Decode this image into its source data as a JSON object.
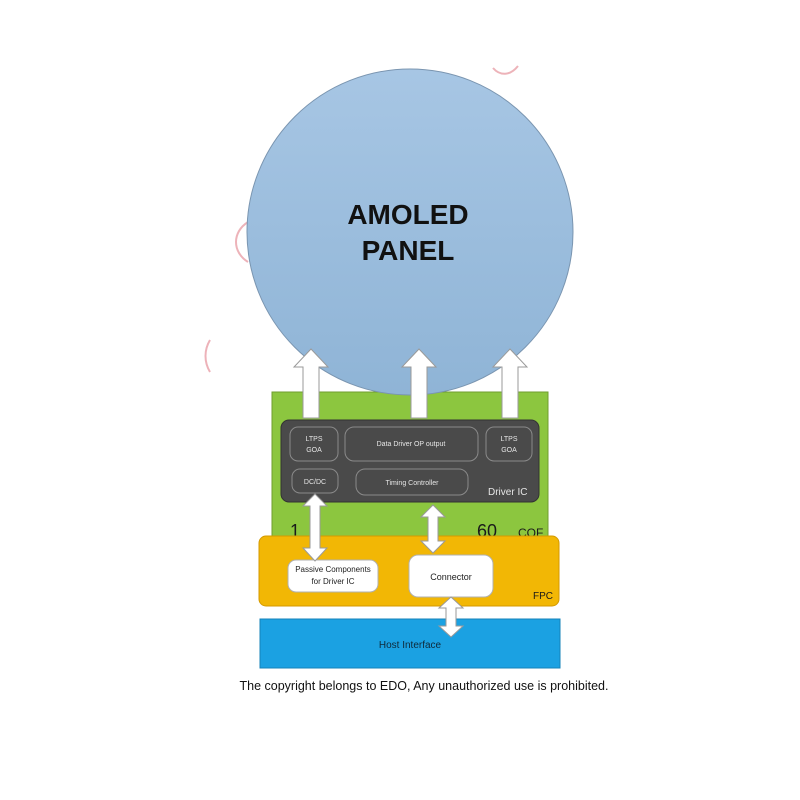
{
  "panel": {
    "title_line1": "AMOLED",
    "title_line2": "PANEL"
  },
  "cof": {
    "label": "COF",
    "pin_start": "1",
    "pin_end": "60",
    "driver_ic": {
      "label": "Driver IC",
      "blocks": {
        "ltps_goa_left": [
          "LTPS",
          "GOA"
        ],
        "data_driver": "Data Driver OP output",
        "ltps_goa_right": [
          "LTPS",
          "GOA"
        ],
        "dcdc": "DC/DC",
        "timing_controller": "Timing Controller"
      }
    }
  },
  "fpc": {
    "label": "FPC",
    "passive_components": [
      "Passive Components",
      "for Driver IC"
    ],
    "connector": "Connector"
  },
  "host_interface": {
    "label": "Host Interface"
  },
  "copyright": "The copyright belongs to EDO, Any unauthorized use is prohibited.",
  "colors": {
    "panel_fill": "#9dbfdf",
    "cof_fill": "#8cc63f",
    "driver_ic_fill": "#4a4a4a",
    "fpc_fill": "#f2b705",
    "host_fill": "#1ba1e2"
  }
}
